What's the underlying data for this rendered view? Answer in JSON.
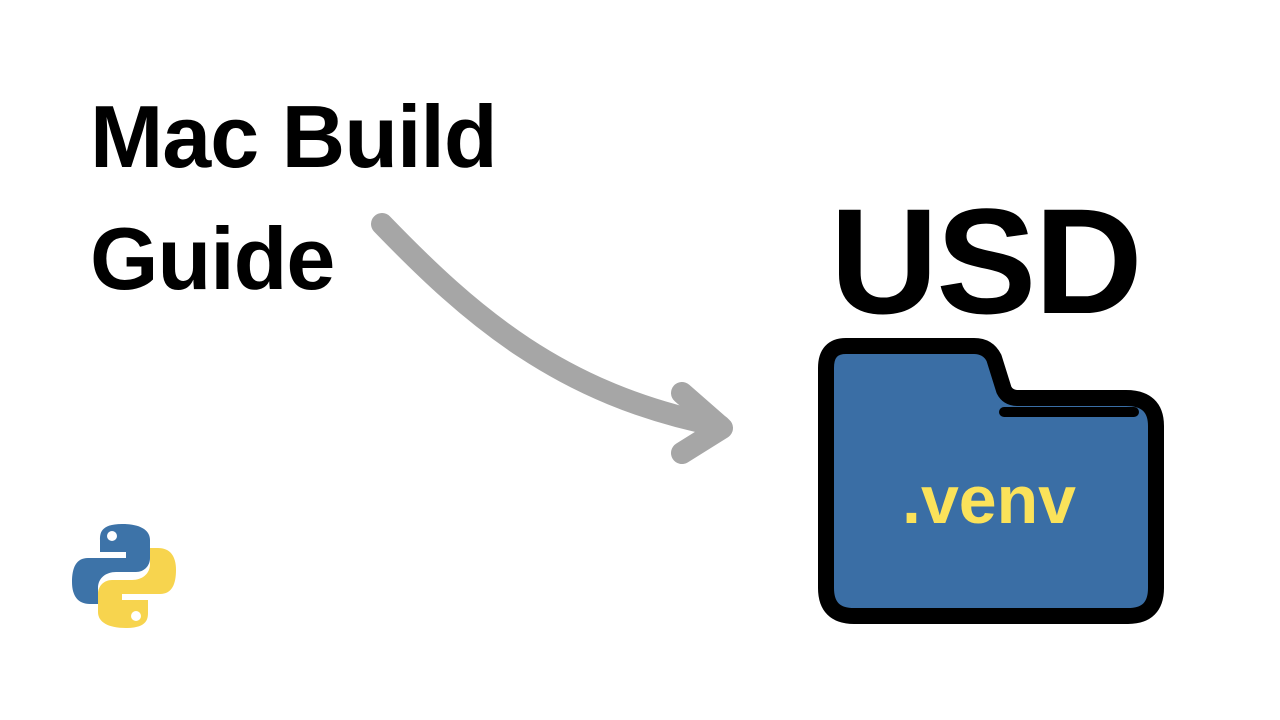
{
  "thumbnail": {
    "title_lines": [
      "Mac Build",
      "Guide"
    ],
    "heading": "USD",
    "folder_label": ".venv"
  },
  "colors": {
    "background": "#ffffff",
    "text": "#000000",
    "arrow": "#a6a6a6",
    "folder_fill": "#3a6ea5",
    "folder_outline": "#000000",
    "folder_label": "#fbe25a",
    "python_blue": "#3d73a8",
    "python_yellow": "#f7d44e"
  },
  "icons": {
    "arrow": "curved-arrow-icon",
    "folder": "folder-icon",
    "logo": "python-logo-icon"
  }
}
